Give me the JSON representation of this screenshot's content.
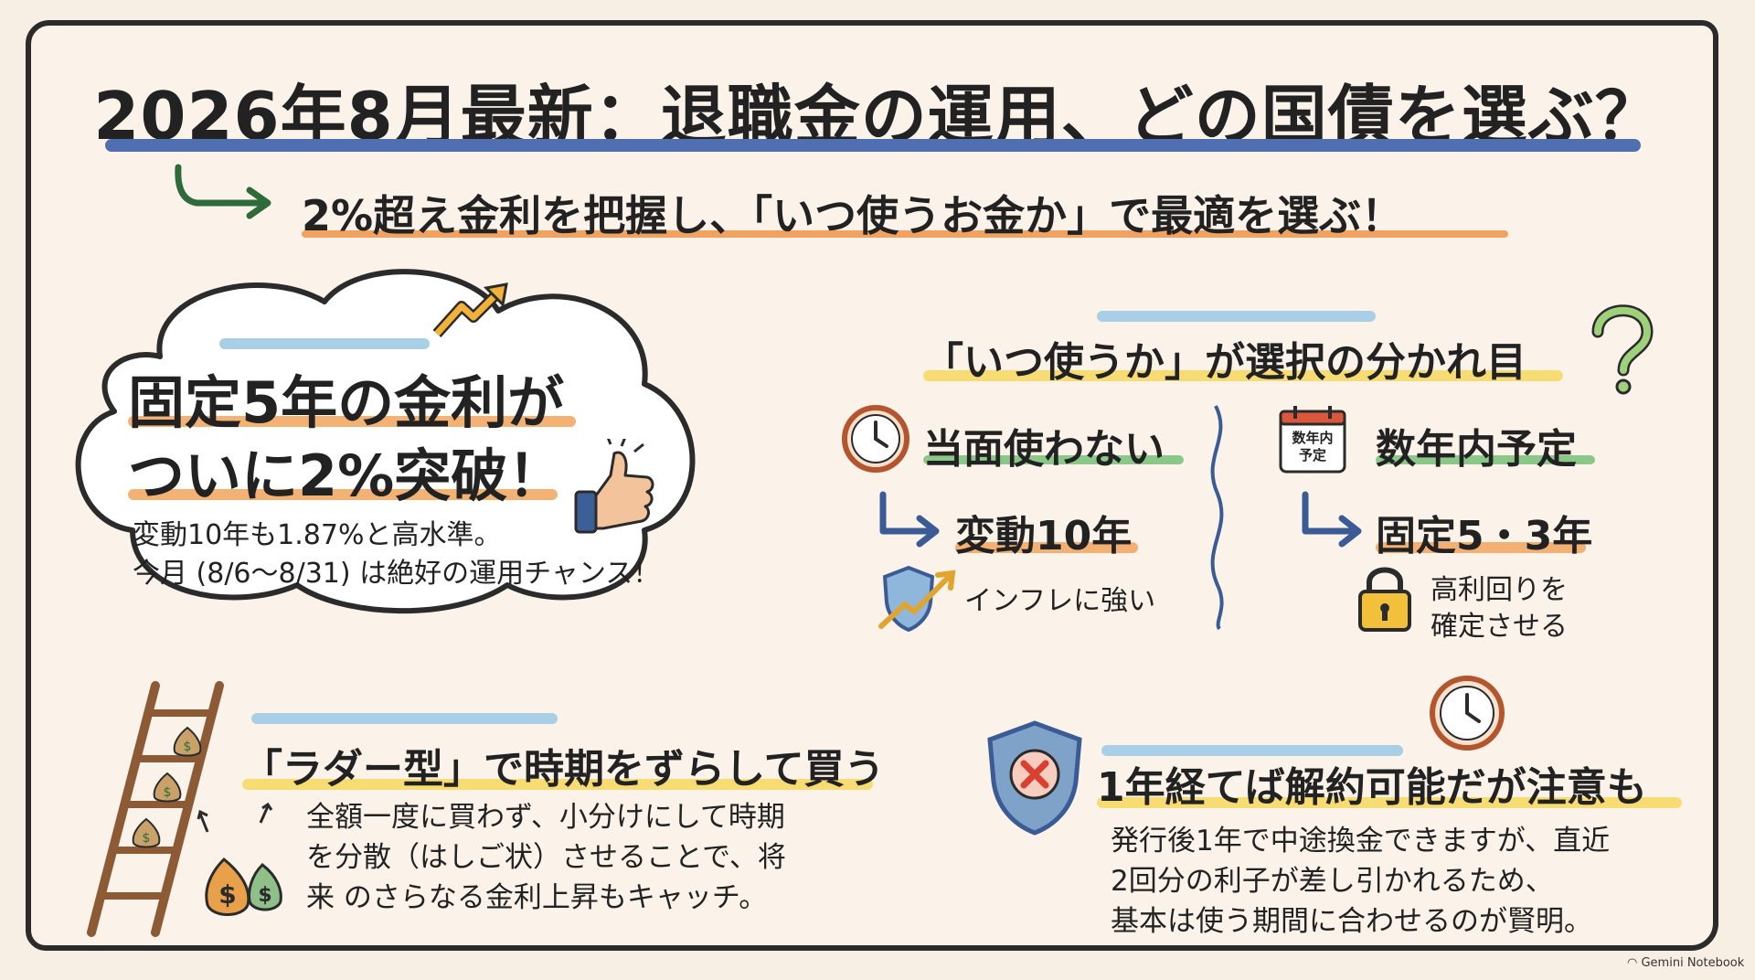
{
  "title": "2026年8月最新：退職金の運用、どの国債を選ぶ？",
  "subtitle": "2%超え金利を把握し、「いつ使うお金か」で最適を選ぶ！",
  "cloud": {
    "headline_1": "固定5年の金利が",
    "headline_2": "ついに2%突破！",
    "text_1": "変動10年も1.87%と高水準。",
    "text_2": "今月 (8/6〜8/31) は絶好の運用チャンス！"
  },
  "choice": {
    "heading": "「いつ使うか」が選択の分かれ目",
    "left_label": "当面使わない",
    "left_result": "変動10年",
    "left_note": "インフレに強い",
    "right_label": "数年内予定",
    "right_result": "固定5・3年",
    "right_note_1": "高利回りを",
    "right_note_2": "確定させる",
    "calendar_line_1": "数年内",
    "calendar_line_2": "予定"
  },
  "ladder": {
    "heading": "「ラダー型」で時期をずらして買う",
    "line_1": "全額一度に買わず、小分けにして時期",
    "line_2": "を分散（はしご状）させることで、将",
    "line_3": "来 のさらなる金利上昇もキャッチ。"
  },
  "cancel": {
    "heading": "1年経てば解約可能だが注意も",
    "line_1": "発行後1年で中途換金できますが、直近",
    "line_2": "2回分の利子が差し引かれるため、",
    "line_3": "基本は使う期間に合わせるのが賢明。"
  },
  "watermark": "Gemini Notebook",
  "colors": {
    "blue": "#4f6fb0",
    "orange": "#f2a865",
    "yellow": "#f6dc73",
    "green": "#8cc78a",
    "background": "#fbf3ea"
  }
}
